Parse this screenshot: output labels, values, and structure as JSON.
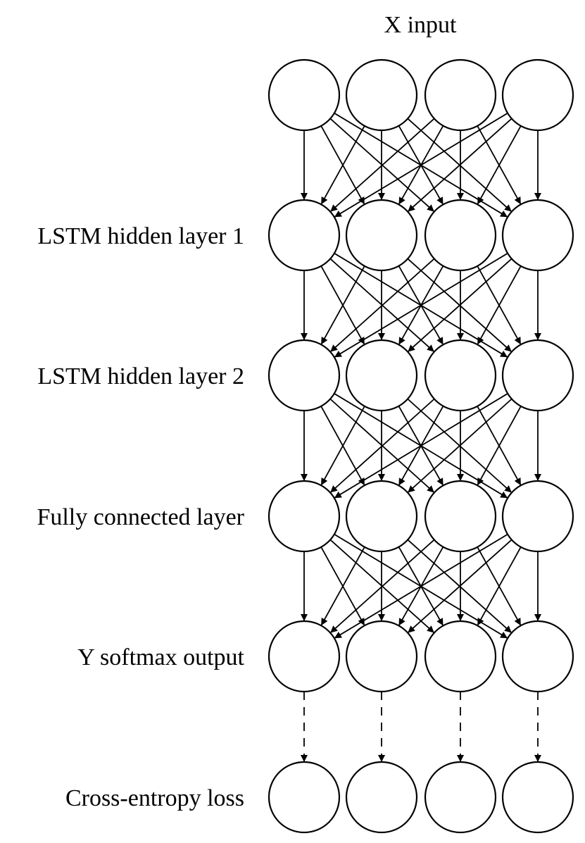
{
  "diagram": {
    "title": "X input",
    "nodes_per_layer": 4,
    "layers": [
      {
        "id": "input",
        "label": ""
      },
      {
        "id": "lstm1",
        "label": "LSTM hidden layer 1"
      },
      {
        "id": "lstm2",
        "label": "LSTM hidden layer 2"
      },
      {
        "id": "fc",
        "label": "Fully connected layer"
      },
      {
        "id": "softmax",
        "label": "Y softmax output"
      },
      {
        "id": "loss",
        "label": "Cross-entropy loss"
      }
    ],
    "connections": [
      {
        "from": "input",
        "to": "lstm1",
        "pattern": "fully-connected",
        "style": "solid"
      },
      {
        "from": "lstm1",
        "to": "lstm2",
        "pattern": "fully-connected",
        "style": "solid"
      },
      {
        "from": "lstm2",
        "to": "fc",
        "pattern": "fully-connected",
        "style": "solid"
      },
      {
        "from": "fc",
        "to": "softmax",
        "pattern": "fully-connected",
        "style": "solid"
      },
      {
        "from": "softmax",
        "to": "loss",
        "pattern": "one-to-one",
        "style": "dashed"
      }
    ]
  }
}
